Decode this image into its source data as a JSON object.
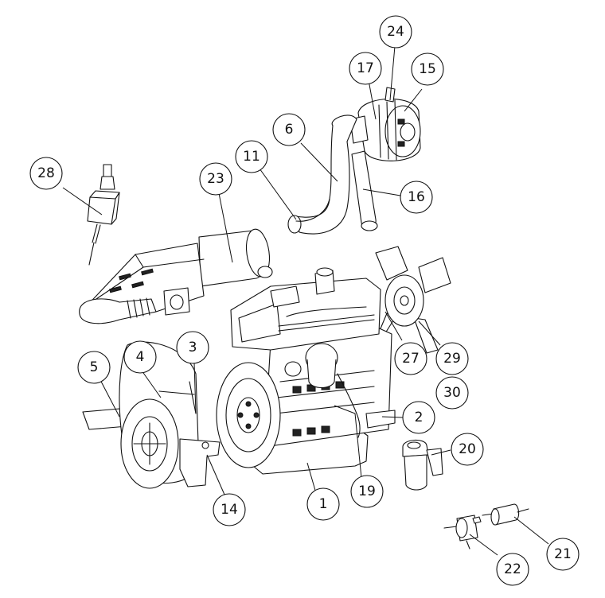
{
  "callouts": [
    "1",
    "2",
    "3",
    "4",
    "5",
    "6",
    "11",
    "14",
    "15",
    "16",
    "17",
    "19",
    "20",
    "21",
    "22",
    "23",
    "24",
    "27",
    "28",
    "29",
    "30"
  ]
}
